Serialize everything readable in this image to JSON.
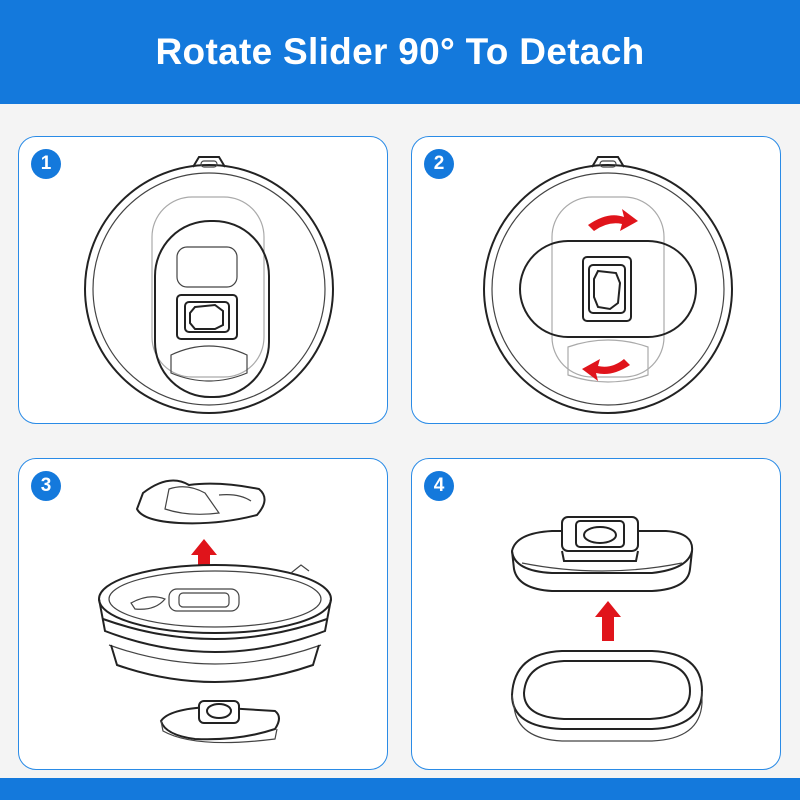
{
  "header": {
    "title": "Rotate Slider 90° To Detach"
  },
  "steps": [
    {
      "number": "1"
    },
    {
      "number": "2"
    },
    {
      "number": "3"
    },
    {
      "number": "4"
    }
  ],
  "colors": {
    "brand": "#1479dc",
    "arrow": "#e0141b",
    "panel_border": "#2a8be6"
  },
  "icons": [
    "lid-top-view-icon",
    "rotate-arrow-icon",
    "up-arrow-icon"
  ]
}
